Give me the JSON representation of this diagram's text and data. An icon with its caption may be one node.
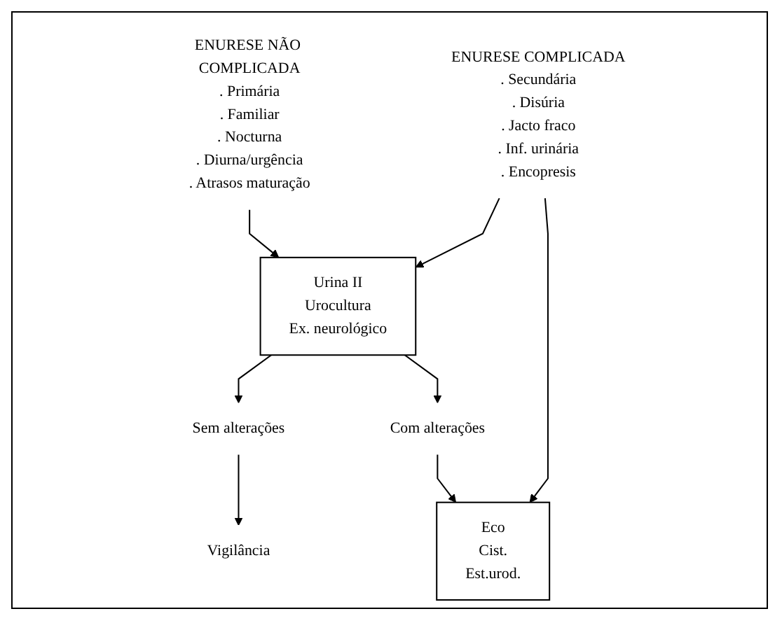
{
  "diagram": {
    "nodes": [
      {
        "text": [
          "ENURESE NÃO COMPLICADA",
          ". Primária",
          ". Familiar",
          ". Nocturna",
          ". Diurna/urgência",
          ". Atrasos maturação"
        ]
      },
      {
        "text": [
          "ENURESE COMPLICADA",
          ". Secundária",
          ". Disúria",
          ". Jacto fraco",
          ". Inf. urinária",
          ". Encopresis"
        ]
      },
      {
        "text": [
          "Urina II",
          "Urocultura",
          "Ex. neurológico"
        ]
      },
      {
        "text": [
          "Sem alterações"
        ]
      },
      {
        "text": [
          "Com alterações"
        ]
      },
      {
        "text": [
          "Vigilância"
        ]
      },
      {
        "text": [
          "Eco",
          "Cist.",
          "Est.urod."
        ]
      }
    ],
    "edges": [
      {
        "from": 0,
        "to": 2,
        "arrow": "to"
      },
      {
        "from": 1,
        "to": 2,
        "arrow": "to"
      },
      {
        "from": 2,
        "to": 3,
        "arrow": "to"
      },
      {
        "from": 2,
        "to": 4,
        "arrow": "to"
      },
      {
        "from": 3,
        "to": 5,
        "arrow": "to"
      },
      {
        "from": 4,
        "to": 6,
        "arrow": "to"
      },
      {
        "from": 1,
        "to": 6,
        "arrow": "to"
      }
    ]
  }
}
